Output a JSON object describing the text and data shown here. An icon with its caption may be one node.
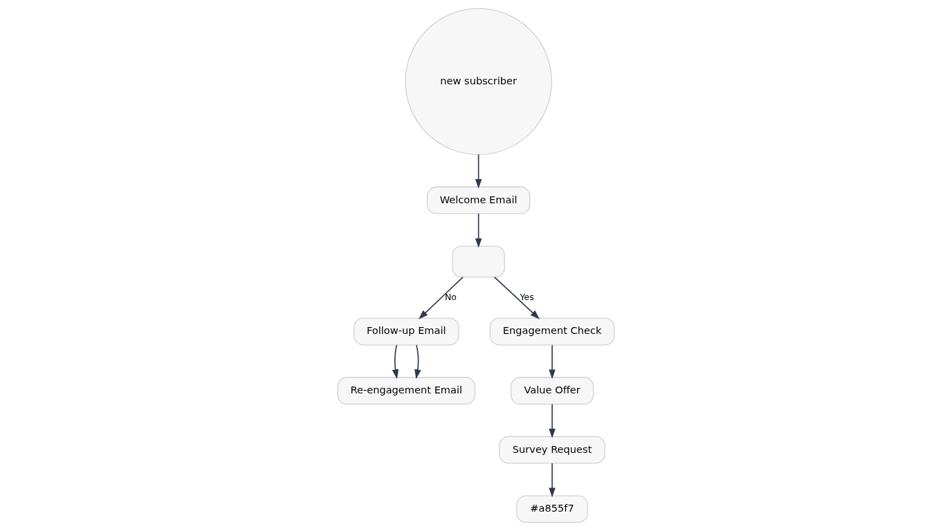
{
  "diagram": {
    "nodes": [
      {
        "text": [
          "new subscriber"
        ]
      },
      {
        "text": [
          "Welcome Email"
        ]
      },
      {
        "text": [],
        "shape": "box"
      },
      {
        "text": [
          "Follow-up Email"
        ]
      },
      {
        "text": [
          "Re-engagement Email"
        ]
      },
      {
        "text": [
          "Engagement Check"
        ]
      },
      {
        "text": [
          "Value Offer"
        ]
      },
      {
        "text": [
          "Survey Request"
        ]
      },
      {
        "text": [
          "#a855f7"
        ]
      }
    ],
    "edges": [
      {
        "from": 0,
        "to": 1,
        "arrow": "to"
      },
      {
        "from": 1,
        "to": 2,
        "arrow": "to"
      },
      {
        "from": 2,
        "to": 3,
        "label": "No",
        "arrow": "to"
      },
      {
        "from": 2,
        "to": 5,
        "label": "Yes",
        "arrow": "to"
      },
      {
        "from": 3,
        "to": 4,
        "arrow": "to"
      },
      {
        "from": 3,
        "to": 4,
        "arrow": "to"
      },
      {
        "from": 5,
        "to": 6,
        "arrow": "to"
      },
      {
        "from": 6,
        "to": 7,
        "arrow": "to"
      },
      {
        "from": 7,
        "to": 8,
        "arrow": "to"
      }
    ]
  }
}
